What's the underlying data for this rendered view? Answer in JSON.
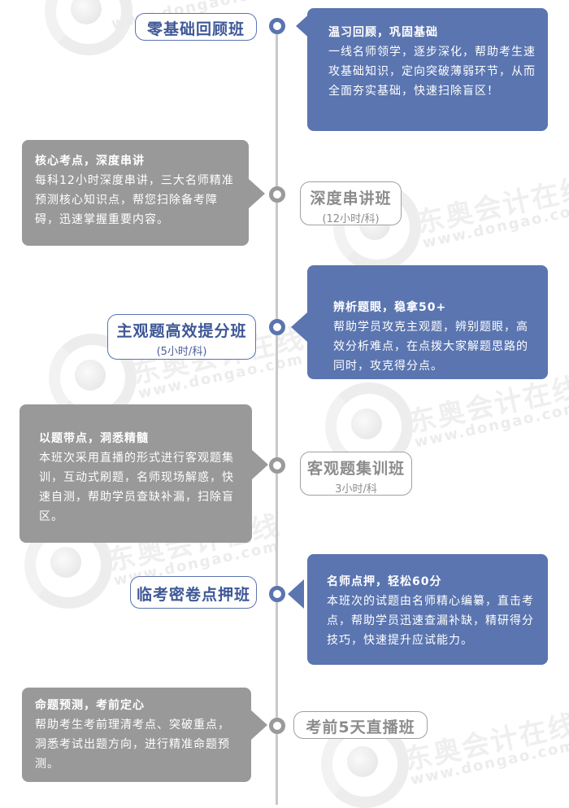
{
  "watermark": {
    "cn": "东奥会计在线",
    "url": "www.dongao.com"
  },
  "colors": {
    "blue": "#5a75b0",
    "gray": "#999999",
    "line": "#c8c8c8"
  },
  "courses": [
    {
      "title": "零基础回顾班",
      "subtitle": null,
      "side": "left-label",
      "theme": "blue",
      "card_head": "温习回顾，巩固基础",
      "card_body": "一线名师领学，逐步深化，帮助考生速攻基础知识，定向突破薄弱环节，从而全面夯实基础，快速扫除盲区！"
    },
    {
      "title": "深度串讲班",
      "subtitle": "(12小时/科)",
      "side": "right-label",
      "theme": "gray",
      "card_head": "核心考点，深度串讲",
      "card_body": "每科12小时深度串讲，三大名师精准预测核心知识点，帮您扫除备考障碍，迅速掌握重要内容。"
    },
    {
      "title": "主观题高效提分班",
      "subtitle": "(5小时/科)",
      "side": "left-label",
      "theme": "blue",
      "card_head": "辨析题眼，稳拿50+",
      "card_body": "帮助学员攻克主观题，辨别题眼，高效分析难点，在点拨大家解题思路的同时，攻克得分点。"
    },
    {
      "title": "客观题集训班",
      "subtitle": "3小时/科",
      "side": "right-label",
      "theme": "gray",
      "card_head": "以题带点，洞悉精髓",
      "card_body": "本班次采用直播的形式进行客观题集训，互动式刷题，名师现场解惑，快速自测，帮助学员查缺补漏，扫除盲区。"
    },
    {
      "title": "临考密卷点押班",
      "subtitle": null,
      "side": "left-label",
      "theme": "blue",
      "card_head": "名师点押，轻松60分",
      "card_body": "本班次的试题由名师精心编纂，直击考点，帮助学员迅速查漏补缺，精研得分技巧，快速提升应试能力。"
    },
    {
      "title": "考前5天直播班",
      "subtitle": null,
      "side": "right-label",
      "theme": "gray",
      "card_head": "命题预测，考前定心",
      "card_body": "帮助考生考前理清考点、突破重点，洞悉考试出题方向，进行精准命题预测。"
    }
  ]
}
